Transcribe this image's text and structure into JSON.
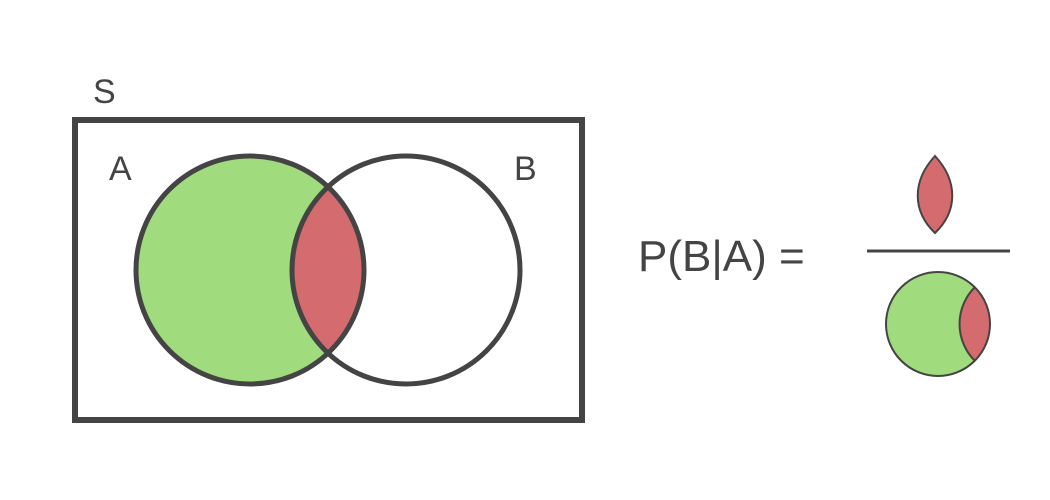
{
  "diagram": {
    "sample_space_label": "S",
    "set_a_label": "A",
    "set_b_label": "B",
    "formula_label": "P(B|A) ="
  },
  "colors": {
    "outline": "#444444",
    "set_a_fill": "#a0db7e",
    "intersection_fill": "#d46b6f",
    "background": "#ffffff"
  }
}
